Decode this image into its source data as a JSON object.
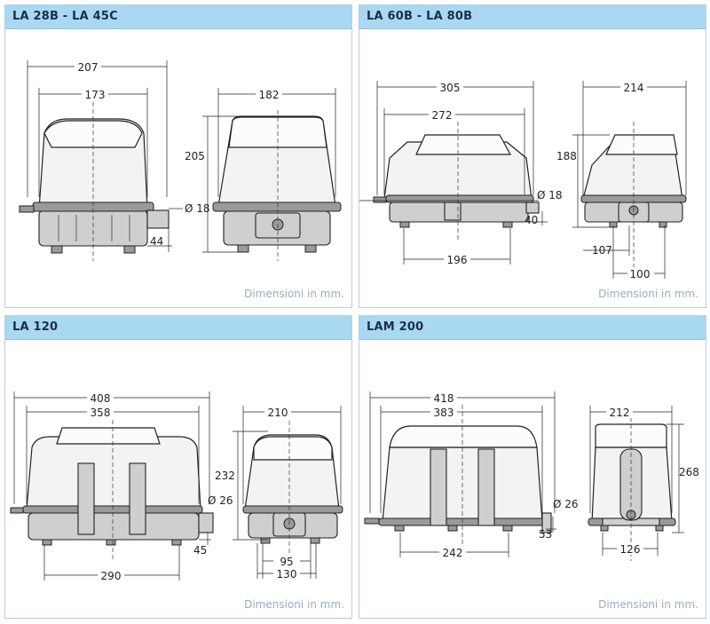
{
  "units_label": "Dimensioni in mm.",
  "panels": [
    {
      "title": "LA 28B - LA 45C",
      "dims": {
        "d1": "207",
        "d2": "173",
        "d3": "182",
        "d4": "205",
        "d5": "Ø 18",
        "d6": "44"
      }
    },
    {
      "title": "LA 60B - LA 80B",
      "dims": {
        "d1": "305",
        "d2": "272",
        "d3": "196",
        "d4": "Ø 18",
        "d5": "40",
        "d6": "214",
        "d7": "188",
        "d8": "107",
        "d9": "100"
      }
    },
    {
      "title": "LA 120",
      "dims": {
        "d1": "408",
        "d2": "358",
        "d3": "290",
        "d4": "Ø 26",
        "d5": "45",
        "d6": "210",
        "d7": "232",
        "d8": "95",
        "d9": "130"
      }
    },
    {
      "title": "LAM 200",
      "dims": {
        "d1": "418",
        "d2": "383",
        "d3": "242",
        "d4": "Ø 26",
        "d5": "53",
        "d6": "212",
        "d7": "268",
        "d8": "126"
      }
    }
  ]
}
